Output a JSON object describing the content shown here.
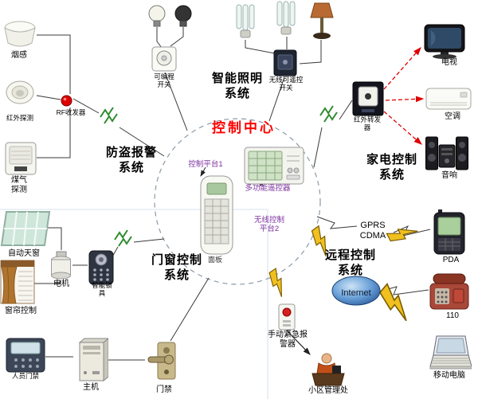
{
  "center": {
    "title": "控制中心",
    "platform1_label": "控制平台1",
    "multi_remote_label": "多功能遥控器",
    "panel_label": "面板",
    "platform2_label": "无线控制\n平台2"
  },
  "security": {
    "title": "防盗报警\n系统",
    "smoke": "烟感",
    "infrared": "红外探测",
    "rf_transceiver": "RF收发器",
    "gas": "煤气\n探测"
  },
  "lighting": {
    "title": "智能照明\n系统",
    "programmable_switch": "可编程\n开关",
    "wireless_switch": "无线可遥控\n开关"
  },
  "appliance": {
    "title": "家电控制\n系统",
    "tv": "电视",
    "ir_repeater": "红外转发\n器",
    "air_conditioner": "空调",
    "audio": "音响"
  },
  "door_window": {
    "title": "门窗控制\n系统",
    "skylight": "自动天窗",
    "motor": "电机",
    "smart_lock": "智能锁\n具",
    "curtain": "窗帘控制"
  },
  "remote": {
    "title": "远程控制\n系统",
    "gprs": "GPRS\nCDMA",
    "internet": "Internet",
    "pda": "PDA",
    "police": "110",
    "laptop": "移动电脑"
  },
  "access": {
    "person_gate": "人员门禁",
    "host": "主机",
    "door_gate": "门禁",
    "manual_alarm": "手动紧急报\n警器",
    "management": "小区管理处"
  },
  "colors": {
    "center_title": "#ff0000",
    "purple_label": "#7b2f9e",
    "red_arrow": "#e00000",
    "bolt_yellow": "#f0c020",
    "rf_green": "#2e8b2e"
  }
}
